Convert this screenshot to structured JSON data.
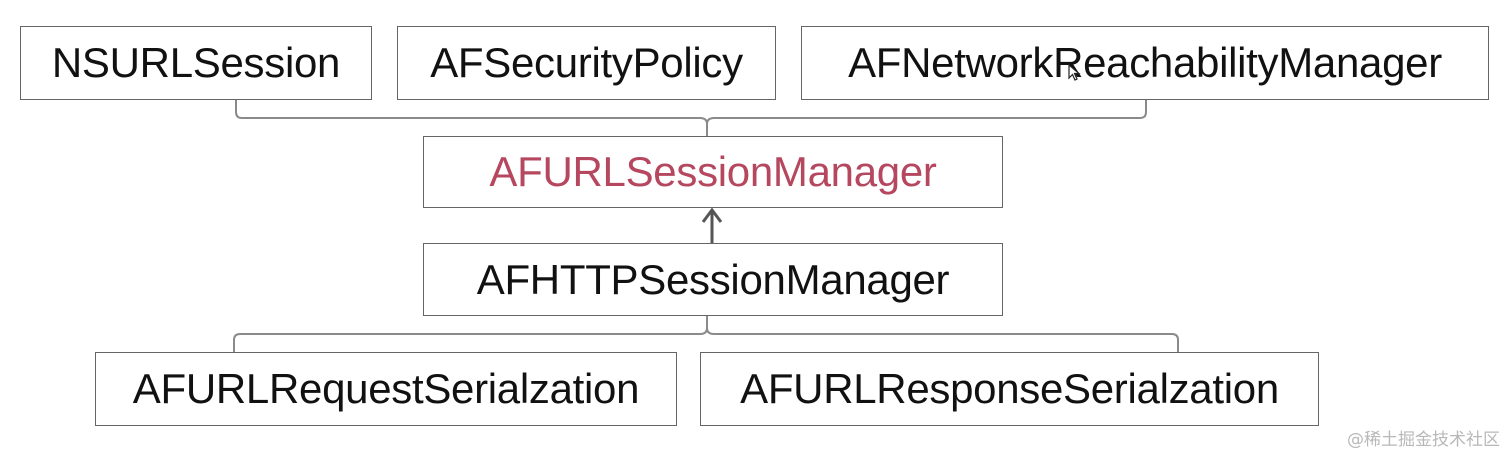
{
  "diagram": {
    "nodes": {
      "nsurlsession": "NSURLSession",
      "security_policy": "AFSecurityPolicy",
      "reachability_manager": "AFNetworkReachabilityManager",
      "url_session_manager": "AFURLSessionManager",
      "http_session_manager": "AFHTTPSessionManager",
      "request_serialization": "AFURLRequestSerialzation",
      "response_serialization": "AFURLResponseSerialzation"
    },
    "highlight_color": "#b5475f",
    "line_color": "#666666"
  },
  "watermark": "@稀土掘金技术社区"
}
